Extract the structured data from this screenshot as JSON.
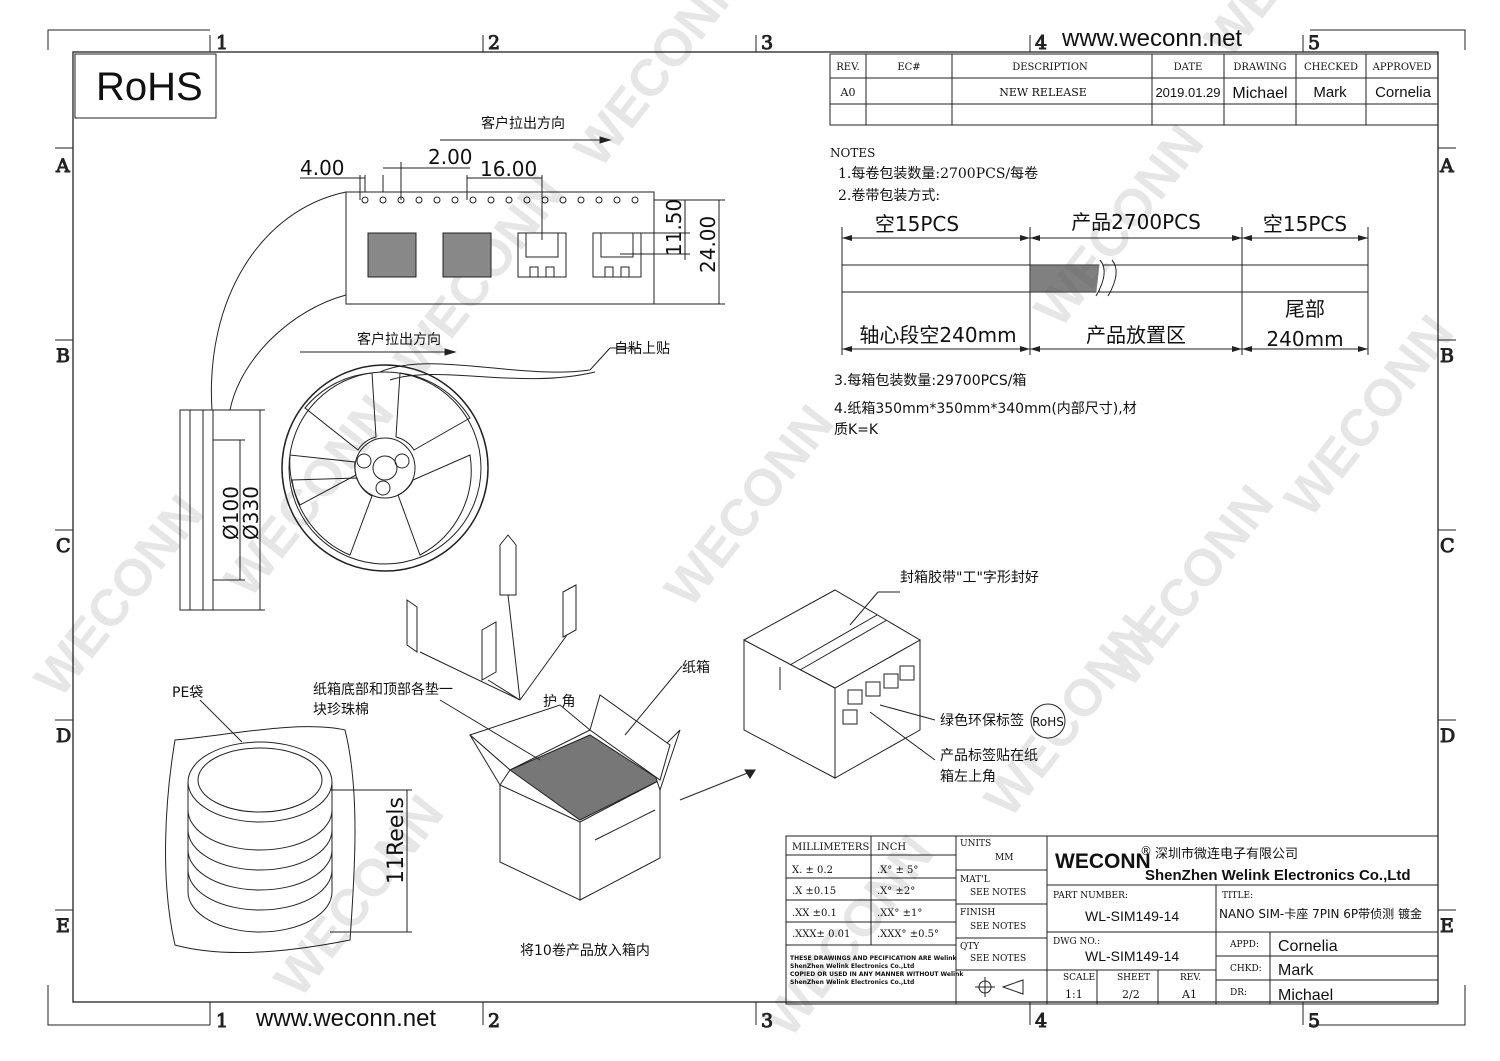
{
  "header": {
    "rohs_box_label": "RoHS",
    "website_top": "www.weconn.net",
    "website_bottom": "www.weconn.net",
    "watermark_text": "WECONN"
  },
  "grid": {
    "columns": [
      "1",
      "2",
      "3",
      "4",
      "5"
    ],
    "rows": [
      "A",
      "B",
      "C",
      "D",
      "E"
    ]
  },
  "revision_table": {
    "headers": [
      "REV.",
      "EC#",
      "DESCRIPTION",
      "DATE",
      "DRAWING",
      "CHECKED",
      "APPROVED"
    ],
    "row": [
      "A0",
      "",
      "NEW RELEASE",
      "2019.01.29",
      "Michael",
      "Mark",
      "Cornelia"
    ]
  },
  "notes": {
    "title": "NOTES",
    "line1": "1.每卷包装数量:2700PCS/每卷",
    "line2": "2.卷带包装方式:",
    "line3": "3.每箱包装数量:29700PCS/箱",
    "line4a": "4.纸箱350mm*350mm*340mm(内部尺寸),材",
    "line4b": "质K=K"
  },
  "tape_diagram": {
    "empty_left": "空15PCS",
    "product": "产品2700PCS",
    "empty_right": "空15PCS",
    "leader_left": "轴心段空240mm",
    "product_zone": "产品放置区",
    "tail_label": "尾部",
    "tail_length": "240mm"
  },
  "carrier_tape": {
    "pull_direction_top": "客户拉出方向",
    "dim_pitch_hole": "4.00",
    "dim_offset": "2.00",
    "dim_pitch_pocket": "16.00",
    "dim_pocket_height": "11.50",
    "dim_tape_width": "24.00"
  },
  "reel": {
    "pull_direction": "客户拉出方向",
    "self_adhesive": "自粘上贴",
    "dim_hub": "Ø100",
    "dim_reel": "Ø330"
  },
  "packing": {
    "pe_bag": "PE袋",
    "pearl_cotton_1": "纸箱底部和顶部各垫一",
    "pearl_cotton_2": "块珍珠棉",
    "corner_guard": "护 角",
    "carton": "纸箱",
    "reels_count": "11Reels",
    "put_in_box": "将10卷产品放入箱内",
    "seal_tape": "封箱胶带\"工\"字形封好",
    "green_label": "绿色环保标签",
    "rohs_sticker": "RoHS",
    "product_label_1": "产品标签贴在纸",
    "product_label_2": "箱左上角"
  },
  "title_block": {
    "millimeters": "MILLIMETERS",
    "inch": "INCH",
    "tol_mm": [
      "X.   ± 0.2",
      ".X   ±0.15",
      ".XX  ±0.1",
      ".XXX± 0.01"
    ],
    "tol_inch": [
      ".X°   ± 5°",
      ".X°   ±2°",
      ".XX°  ±1°",
      ".XXX° ±0.5°"
    ],
    "disclaimer_1": "THESE DRAWINGS AND PECIFICATION  ARE Welink",
    "disclaimer_2": "ShenZhen Welink Electronics Co.,Ltd",
    "disclaimer_3": "COPIED OR USED IN ANY MANNER WITHOUT Welink",
    "disclaimer_4": "ShenZhen Welink Electronics Co.,Ltd",
    "units_label": "UNITS",
    "units_value": "MM",
    "matl_label": "MAT'L",
    "matl_value": "SEE NOTES",
    "finish_label": "FINISH",
    "finish_value": "SEE NOTES",
    "qty_label": "QTY",
    "qty_value": "SEE NOTES",
    "company_logo": "WECONN",
    "registered": "®",
    "company_cn": "深圳市微连电子有限公司",
    "company_en": "ShenZhen Welink Electronics Co.,Ltd",
    "part_number_label": "PART NUMBER:",
    "part_number": "WL-SIM149-14",
    "title_label": "TITLE:",
    "title_value": "NANO SIM-卡座 7PIN 6P带侦测 镀金",
    "dwg_no_label": "DWG NO.:",
    "dwg_no": "WL-SIM149-14",
    "scale_label": "SCALE",
    "scale_value": "1:1",
    "sheet_label": "SHEET",
    "sheet_value": "2/2",
    "rev_label": "REV.",
    "rev_value": "A1",
    "appd_label": "APPD:",
    "appd_value": "Cornelia",
    "chkd_label": "CHKD:",
    "chkd_value": "Mark",
    "dr_label": "DR:",
    "dr_value": "Michael"
  }
}
